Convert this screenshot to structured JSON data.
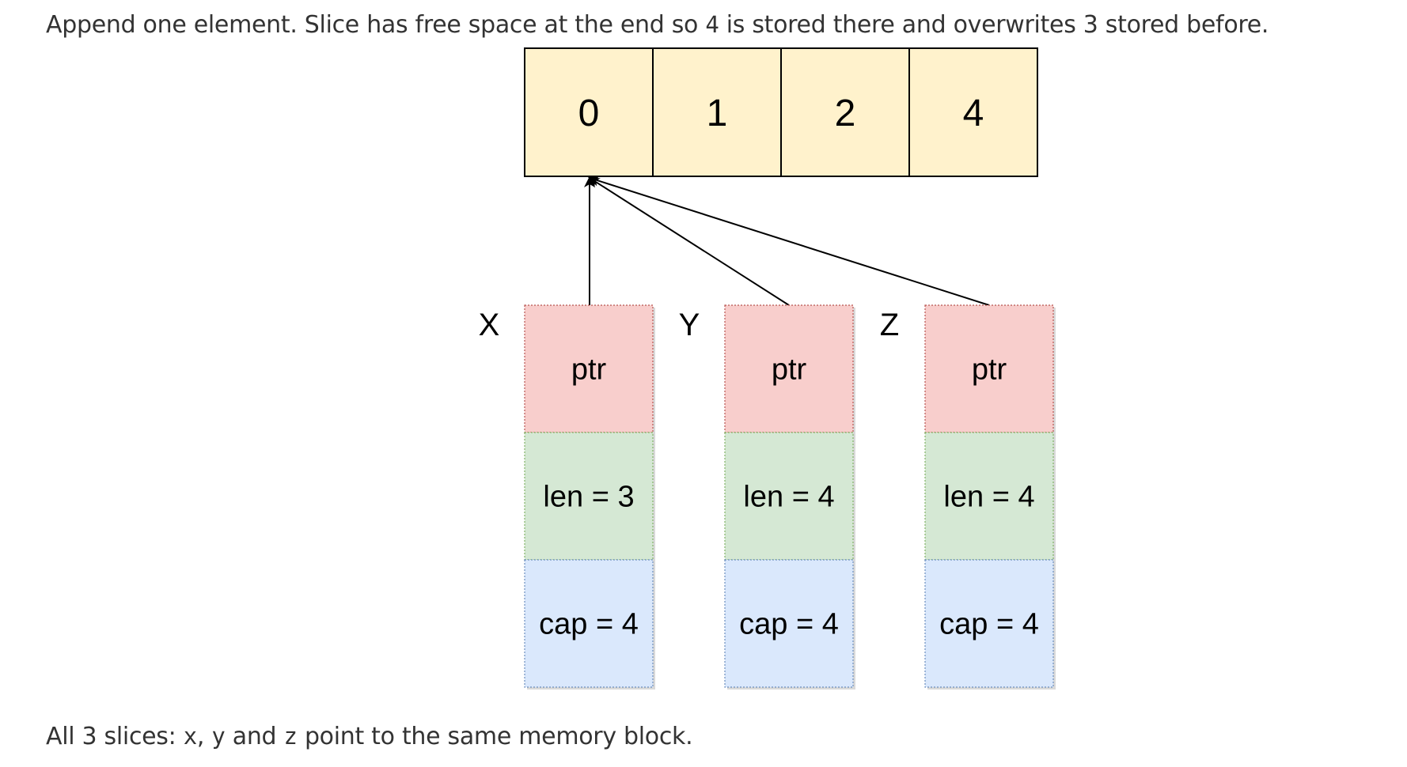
{
  "intro": {
    "before_4": "Append one element. Slice has free space at the end so ",
    "value_new": "4",
    "between": " is stored there and overwrites ",
    "value_old": "3",
    "after_3": " stored before."
  },
  "array": {
    "cells": [
      "0",
      "1",
      "2",
      "4"
    ],
    "fill": "#fff2cc",
    "stroke": "#000000"
  },
  "slices": [
    {
      "name": "X",
      "ptr": "ptr",
      "len": "len = 3",
      "cap": "cap = 4"
    },
    {
      "name": "Y",
      "ptr": "ptr",
      "len": "len = 4",
      "cap": "cap = 4"
    },
    {
      "name": "Z",
      "ptr": "ptr",
      "len": "len = 4",
      "cap": "cap = 4"
    }
  ],
  "colors": {
    "ptr": "#f8cecc",
    "len": "#d5e8d4",
    "cap": "#dae8fc",
    "ptr_border": "#b85450",
    "len_border": "#82b366",
    "cap_border": "#6c8ebf"
  },
  "outro": {
    "before_x": "All 3 slices: ",
    "x": "x",
    "comma": ", ",
    "y": "y",
    "and": " and ",
    "z": "z",
    "after_z": " point to the same memory block."
  }
}
